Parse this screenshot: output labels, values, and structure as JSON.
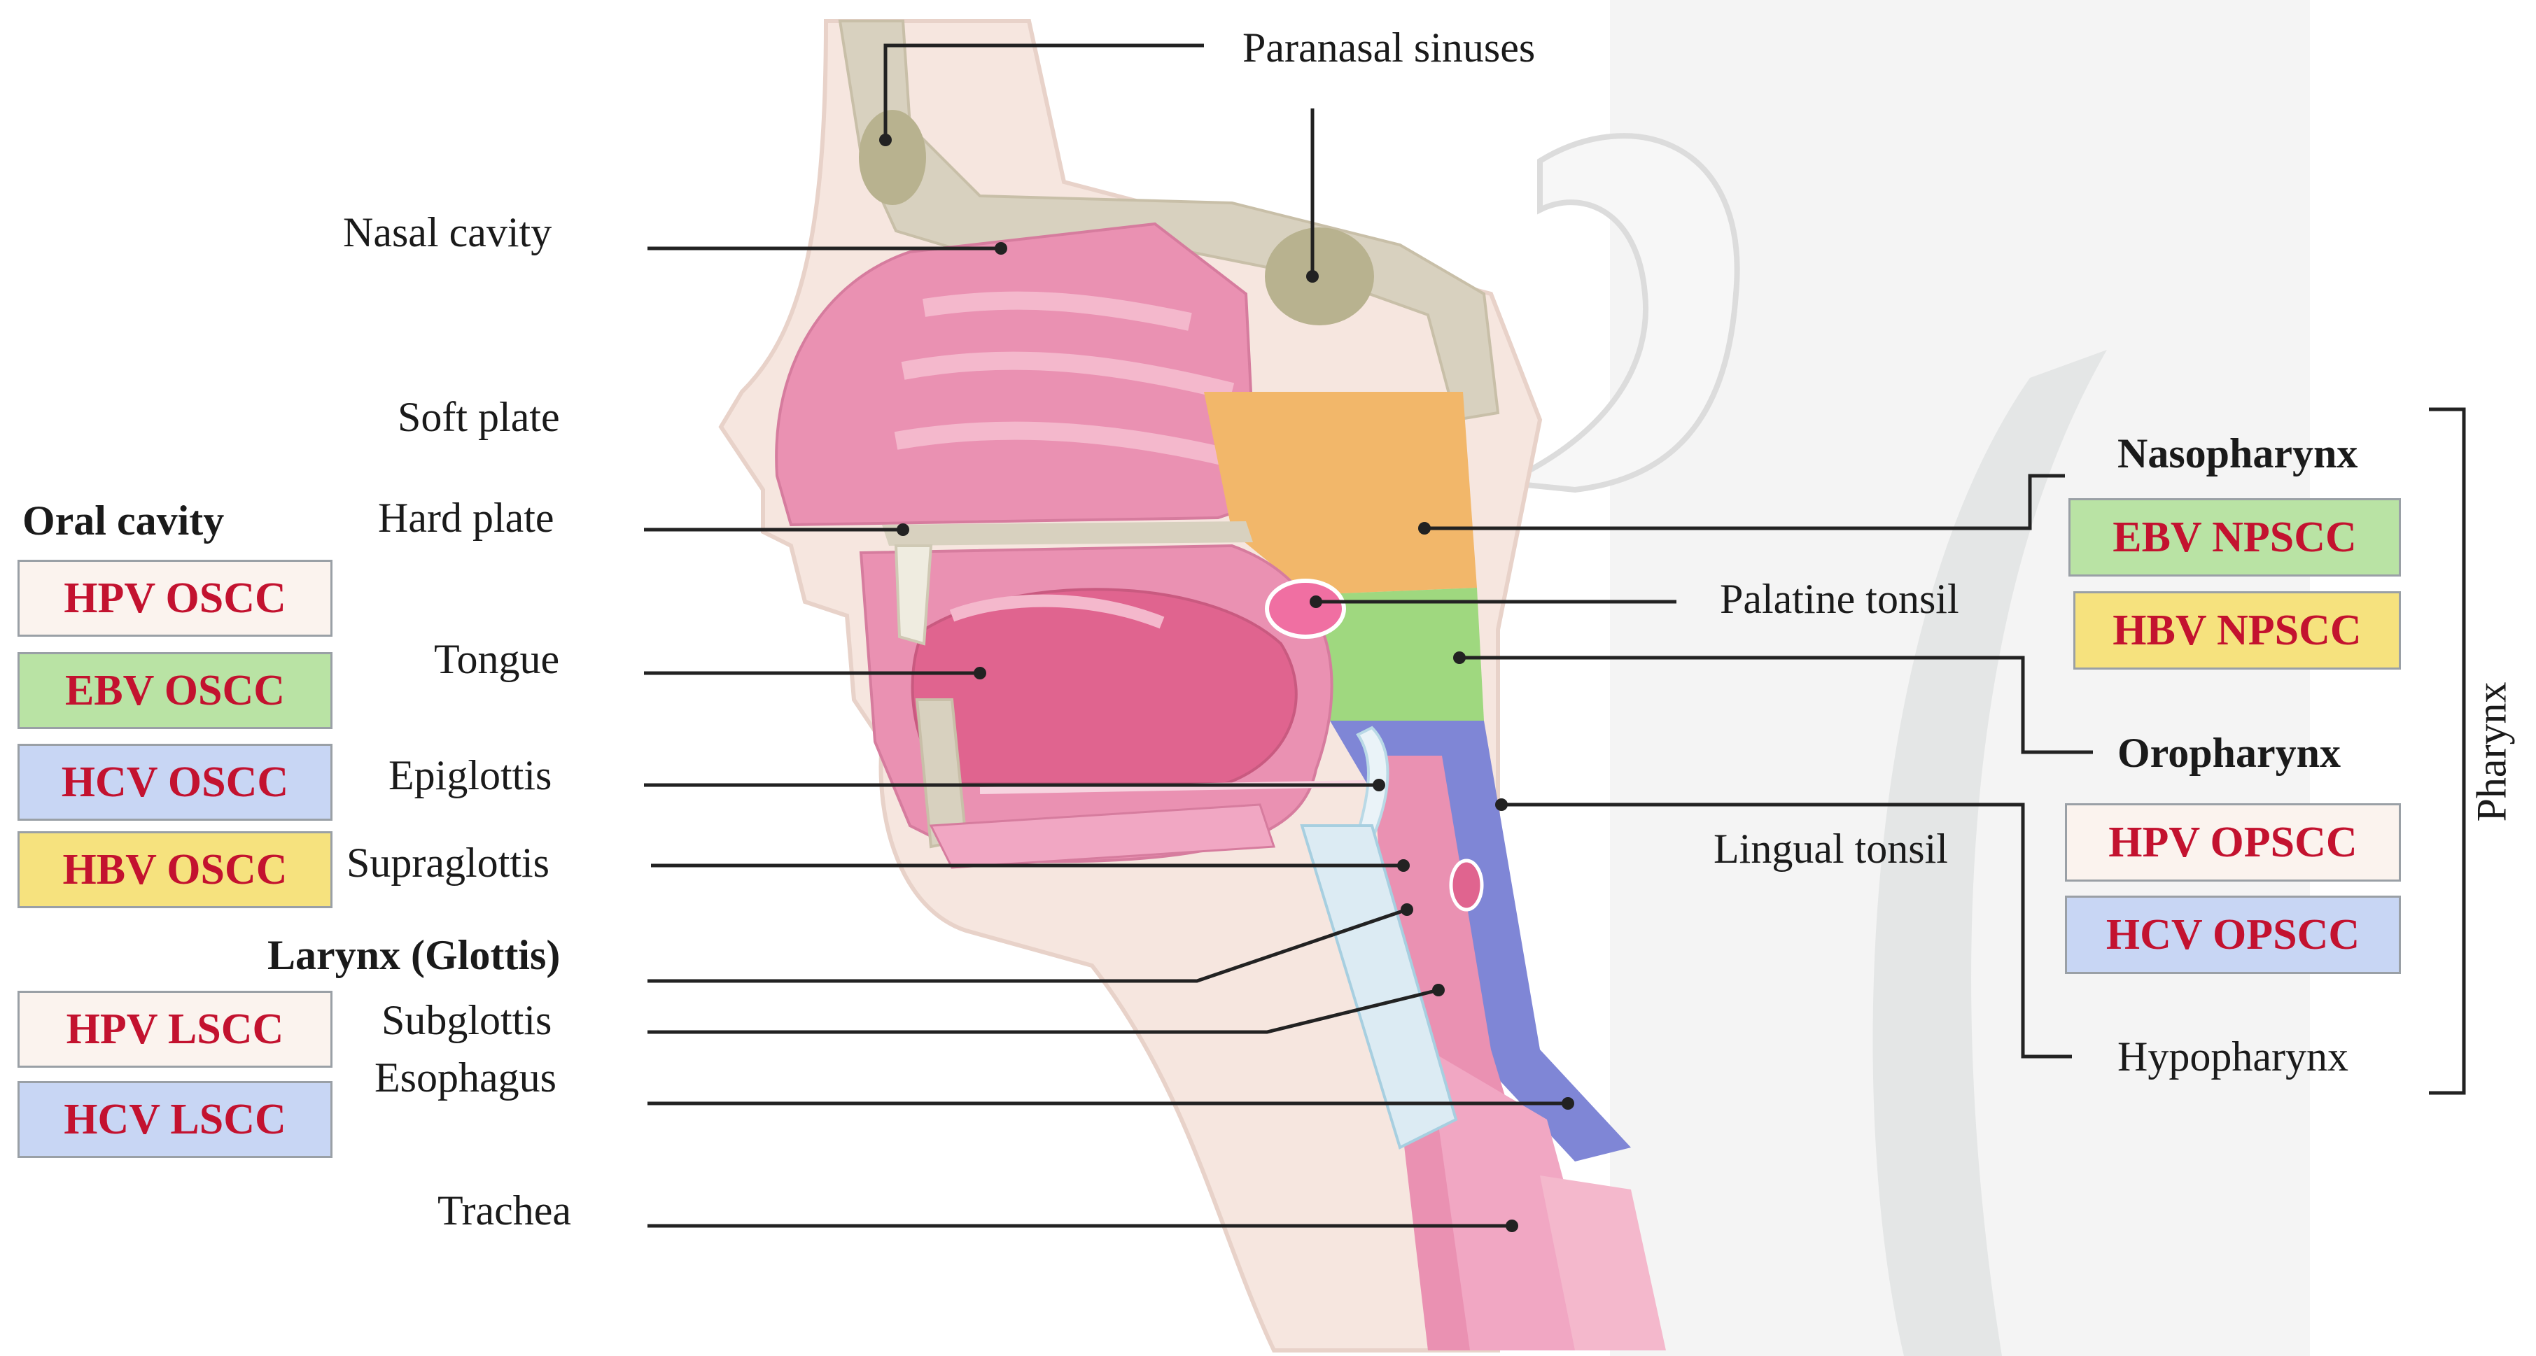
{
  "labels": {
    "paranasal_sinuses": "Paranasal sinuses",
    "nasal_cavity": "Nasal cavity",
    "soft_plate": "Soft plate",
    "hard_plate": "Hard plate",
    "oral_cavity": "Oral cavity",
    "tongue": "Tongue",
    "epiglottis": "Epiglottis",
    "supraglottis": "Supraglottis",
    "larynx": "Larynx (Glottis)",
    "subglottis": "Subglottis",
    "esophagus": "Esophagus",
    "trachea": "Trachea",
    "nasopharynx": "Nasopharynx",
    "palatine_tonsil": "Palatine tonsil",
    "oropharynx": "Oropharynx",
    "lingual_tonsil": "Lingual tonsil",
    "hypopharynx": "Hypopharynx",
    "pharynx": "Pharynx"
  },
  "boxes": {
    "hpv_oscc": "HPV OSCC",
    "ebv_oscc": "EBV OSCC",
    "hcv_oscc": "HCV OSCC",
    "hbv_oscc": "HBV OSCC",
    "hpv_lscc": "HPV LSCC",
    "hcv_lscc": "HCV LSCC",
    "ebv_npscc": "EBV NPSCC",
    "hbv_npscc": "HBV NPSCC",
    "hpv_opscc": "HPV OPSCC",
    "hcv_opscc": "HCV OPSCC"
  },
  "colors": {
    "hpv": "#fbf3ee",
    "ebv": "#b9e3a4",
    "hcv": "#c8d6f4",
    "hbv": "#f6e27e",
    "label_text": "#c3122f",
    "nasopharynx_region": "#f2b76a",
    "oropharynx_region": "#9fd87f",
    "hypopharynx_region": "#7f86d6",
    "tissue_pink": "#ea91b2",
    "bone": "#d8d1bf",
    "skin": "#f6e6df"
  }
}
